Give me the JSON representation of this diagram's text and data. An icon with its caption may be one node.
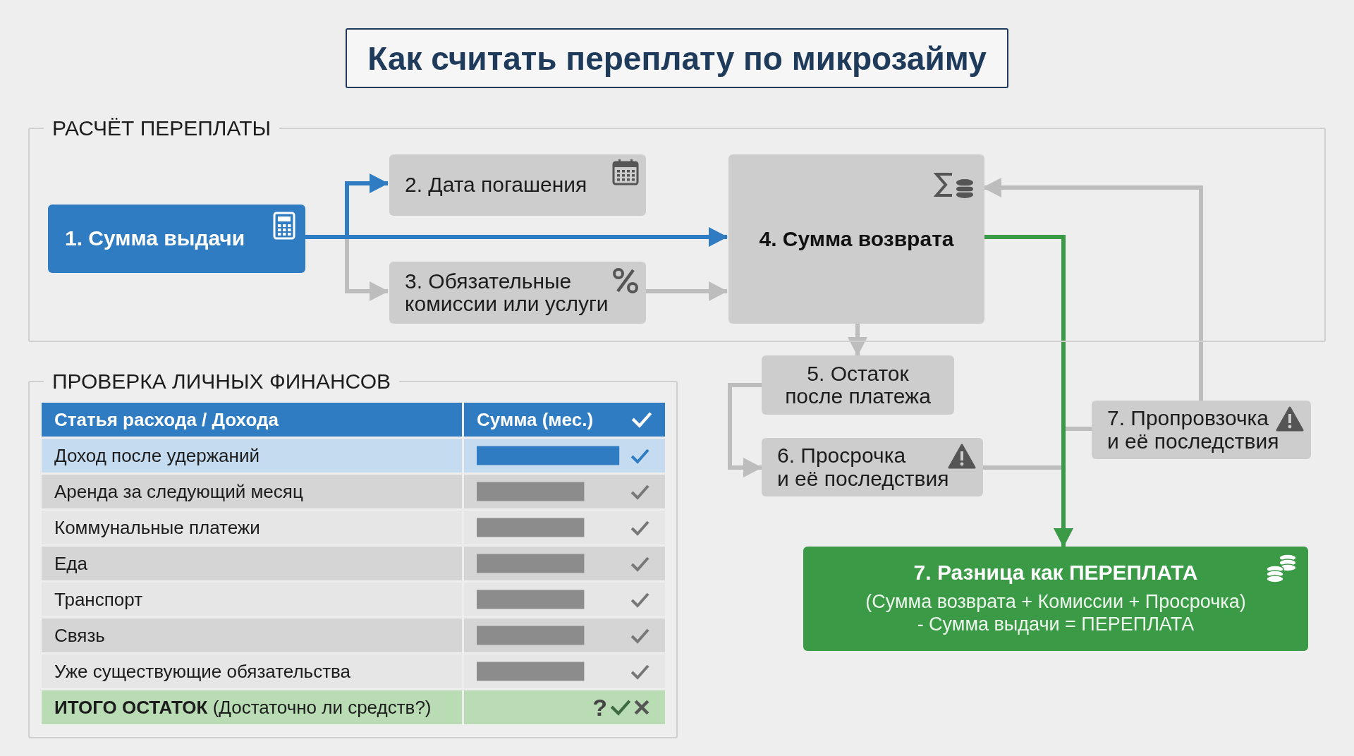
{
  "diagram": {
    "title": "Как считать переплату по микрозайму",
    "nodes": [
      {
        "text": [
          "РАСЧЁТ ПЕРЕПЛАТЫ"
        ]
      },
      {
        "text": [
          "1. Сумма выдачи"
        ],
        "in": 0
      },
      {
        "text": [
          "2. Дата погашения"
        ],
        "in": 0
      },
      {
        "text": [
          "3. Обязательные комиссии или услуги"
        ],
        "in": 0
      },
      {
        "text": [
          "4. Сумма возврата"
        ],
        "in": 0
      },
      {
        "text": [
          "ПРОВЕРКА ЛИЧНЫХ ФИНАНСОВ"
        ]
      },
      {
        "text": [
          "5. Остаток после платежа"
        ]
      },
      {
        "text": [
          "6. Просрочка и её последствия"
        ]
      },
      {
        "text": [
          "7. Пропровзочка и её последствия"
        ]
      },
      {
        "text": [
          "7. Разница как ПЕРЕПЛАТА",
          "(Сумма возврата + Комиссии + Просрочка) - Сумма выдачи = ПЕРЕПЛАТА"
        ]
      }
    ],
    "edges": [
      {
        "from": 1,
        "to": 2,
        "arrow": "to",
        "color": "#2f7cc3"
      },
      {
        "from": 1,
        "to": 4,
        "arrow": "to",
        "color": "#2f7cc3"
      },
      {
        "from": 1,
        "to": 3,
        "arrow": "to"
      },
      {
        "from": 3,
        "to": 4,
        "arrow": "to"
      },
      {
        "from": 4,
        "to": 6,
        "arrow": "to"
      },
      {
        "from": 6,
        "to": 7,
        "arrow": "to"
      },
      {
        "from": 4,
        "to": 9,
        "arrow": "to",
        "color": "#3a9a45"
      },
      {
        "from": 7,
        "to": 9,
        "arrow": "to"
      },
      {
        "from": 4,
        "to": 8,
        "arrow": "none"
      },
      {
        "from": 8,
        "to": 4,
        "arrow": "to"
      }
    ],
    "labels": [
      "Статья расхода / Дохода",
      "Сумма (мес.)",
      "Доход после удержаний",
      "Аренда за следующий месяц",
      "Коммунальные платежи",
      "Еда",
      "Транспорт",
      "Связь",
      "Уже существующие обязательства",
      "**ИТОГО ОСТАТОК** (Достаточно ли средств?)",
      "?"
    ]
  }
}
